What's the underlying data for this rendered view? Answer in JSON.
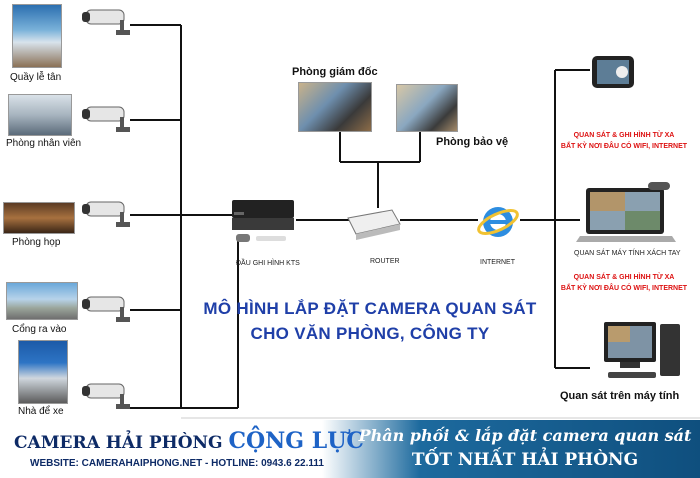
{
  "locations": [
    {
      "label": "Quầy lễ tân"
    },
    {
      "label": "Phòng nhân viên"
    },
    {
      "label": "Phòng họp"
    },
    {
      "label": "Cổng ra vào"
    },
    {
      "label": "Nhà để xe"
    }
  ],
  "rooms": {
    "director": "Phòng giám đốc",
    "security": "Phòng bảo vệ"
  },
  "devices": {
    "dvr": "ĐẦU GHI HÌNH KTS",
    "router": "ROUTER",
    "internet": "INTERNET"
  },
  "remote": {
    "mobile_note": [
      "QUAN SÁT & GHI HÌNH TỪ XA",
      "BẤT KỲ NƠI ĐÂU CÓ WIFI, INTERNET"
    ],
    "laptop_label": "QUAN SÁT MÁY TÍNH XÁCH TAY",
    "laptop_note": [
      "QUAN SÁT & GHI HÌNH TỪ XA",
      "BẤT KỲ NƠI ĐÂU CÓ WIFI, INTERNET"
    ],
    "desktop_label": "Quan sát trên máy tính"
  },
  "title": [
    "MÔ HÌNH LẮP ĐẶT CAMERA QUAN SÁT",
    "CHO VĂN PHÒNG, CÔNG TY"
  ],
  "footer": {
    "brand_prefix": "CAMERA HẢI PHÒNG",
    "brand_name": "CỘNG LỰC",
    "contact": "WEBSITE: CAMERAHAIPHONG.NET - HOTLINE: 0943.6 22.111",
    "slogan_line1": "Phân phối & lắp đặt camera quan sát",
    "slogan_line2": "TỐT NHẤT HẢI PHÒNG"
  },
  "colors": {
    "title": "#1f3fa8",
    "note": "#dd1111",
    "footer_blue": "#0f4f7e"
  }
}
